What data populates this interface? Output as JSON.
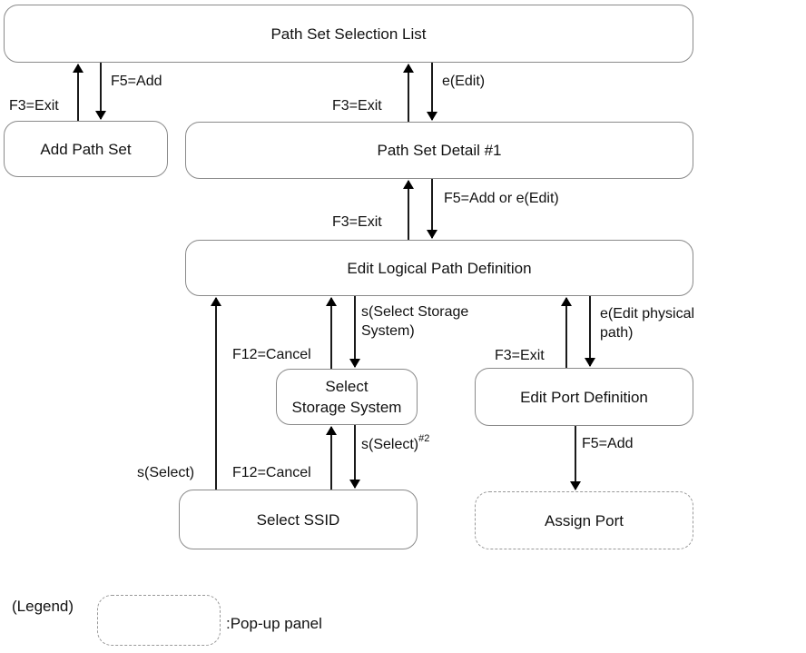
{
  "boxes": {
    "path_set_selection_list": "Path Set Selection List",
    "add_path_set": "Add Path Set",
    "path_set_detail": "Path Set Detail #1",
    "edit_logical_path_definition": "Edit Logical Path Definition",
    "select_storage_system_line1": "Select",
    "select_storage_system_line2": "Storage System",
    "edit_port_definition": "Edit Port Definition",
    "select_ssid": "Select SSID",
    "assign_port": "Assign Port"
  },
  "labels": {
    "add_exit": "F3=Exit",
    "add_f5": "F5=Add",
    "detail_exit": "F3=Exit",
    "detail_edit": "e(Edit)",
    "logical_exit": "F3=Exit",
    "logical_add_edit": "F5=Add or e(Edit)",
    "select_storage_line1": "s(Select Storage",
    "select_storage_line2": "System)",
    "storage_cancel": "F12=Cancel",
    "edit_physical_line1": "e(Edit physical",
    "edit_physical_line2": "path)",
    "port_exit": "F3=Exit",
    "ssid_select_main": "s(Select)",
    "ssid_select_from_storage": "s(Select)",
    "ssid_select_note": "#2",
    "ssid_cancel": "F12=Cancel",
    "assign_add": "F5=Add"
  },
  "legend": {
    "title": "(Legend)",
    "popup_label": ":Pop-up panel"
  }
}
